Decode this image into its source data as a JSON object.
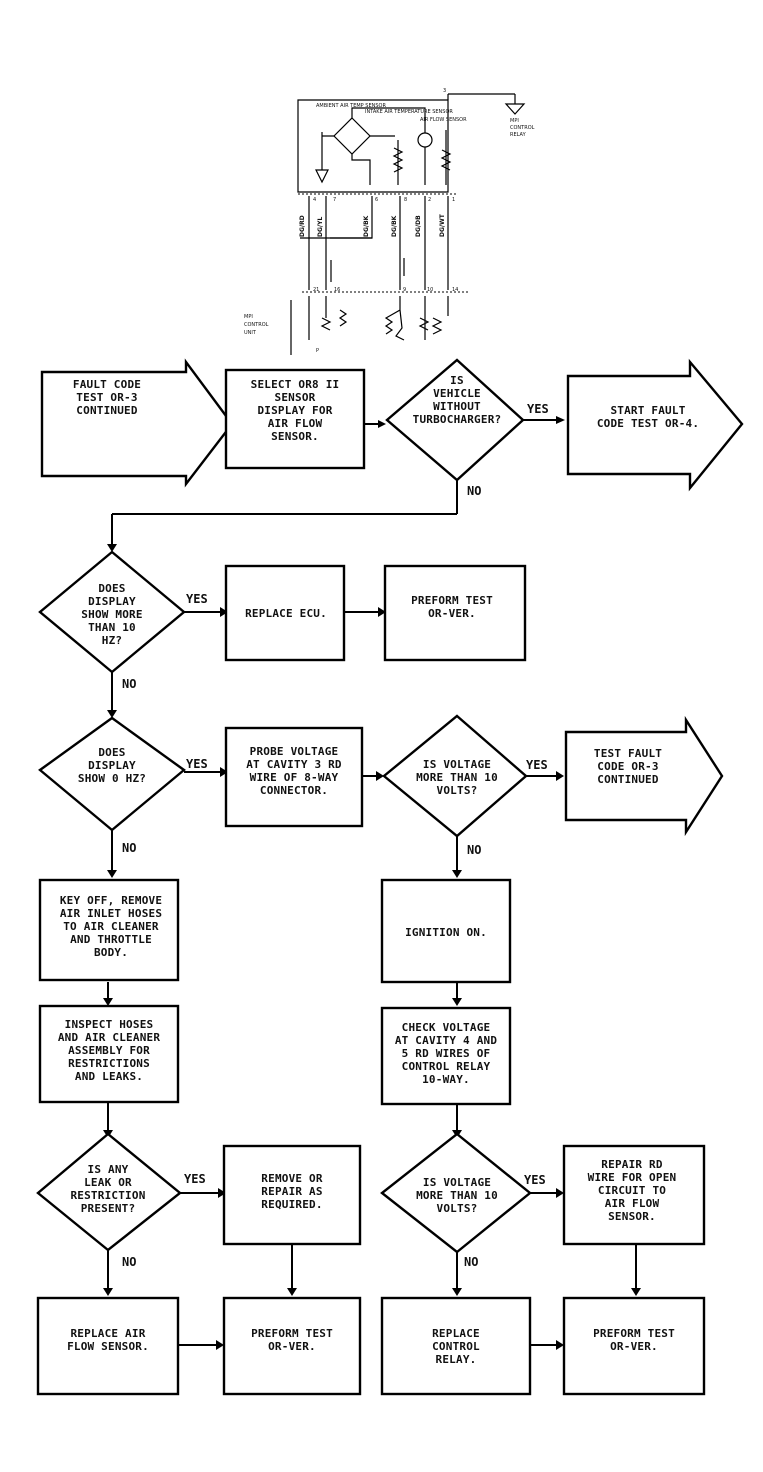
{
  "schematic": {
    "top_labels": [
      "AMBIENT AIR TEMP SENSOR",
      "INTAKE AIR TEMPERATURE SENSOR",
      "AIR FLOW SENSOR"
    ],
    "relay_label": [
      "MPI",
      "CONTROL",
      "RELAY"
    ],
    "unit_label": [
      "MPI",
      "CONTROL",
      "UNIT"
    ],
    "pin_top": [
      "4",
      "7",
      "6",
      "8",
      "2",
      "1"
    ],
    "pin_relay": "3",
    "pin_bottom": [
      "21",
      "16",
      "9",
      "10",
      "14"
    ],
    "wire_colors": [
      "DG/RD",
      "DG/YL",
      "DG/BK",
      "DG/BK",
      "DG/DB",
      "DG/WT"
    ],
    "ground_pin": "P"
  },
  "nodes": {
    "n1": [
      "FAULT CODE",
      "TEST OR-3",
      "CONTINUED"
    ],
    "n2": [
      "SELECT OR8 II",
      "SENSOR",
      "DISPLAY FOR",
      "AIR FLOW",
      "SENSOR."
    ],
    "n3": [
      "IS",
      "VEHICLE",
      "WITHOUT",
      "TURBOCHARGER?"
    ],
    "n4": [
      "START FAULT",
      "CODE TEST OR-4."
    ],
    "n5": [
      "DOES",
      "DISPLAY",
      "SHOW MORE",
      "THAN 10",
      "HZ?"
    ],
    "n6": [
      "REPLACE ECU."
    ],
    "n7": [
      "PREFORM TEST",
      "OR-VER."
    ],
    "n8": [
      "DOES",
      "DISPLAY",
      "SHOW 0 HZ?"
    ],
    "n9": [
      "PROBE VOLTAGE",
      "AT CAVITY 3 RD",
      "WIRE OF 8-WAY",
      "CONNECTOR."
    ],
    "n10": [
      "IS VOLTAGE",
      "MORE THAN 10",
      "VOLTS?"
    ],
    "n11": [
      "TEST FAULT",
      "CODE OR-3",
      "CONTINUED"
    ],
    "n12": [
      "KEY OFF, REMOVE",
      "AIR INLET HOSES",
      "TO AIR CLEANER",
      "AND THROTTLE",
      "BODY."
    ],
    "n13": [
      "IGNITION ON."
    ],
    "n14": [
      "INSPECT HOSES",
      "AND AIR CLEANER",
      "ASSEMBLY FOR",
      "RESTRICTIONS",
      "AND LEAKS."
    ],
    "n15": [
      "CHECK VOLTAGE",
      "AT CAVITY 4 AND",
      "5 RD WIRES OF",
      "CONTROL RELAY",
      "10-WAY."
    ],
    "n16": [
      "IS ANY",
      "LEAK OR",
      "RESTRICTION",
      "PRESENT?"
    ],
    "n17": [
      "REMOVE OR",
      "REPAIR AS",
      "REQUIRED."
    ],
    "n18": [
      "IS VOLTAGE",
      "MORE THAN 10",
      "VOLTS?"
    ],
    "n19": [
      "REPAIR RD",
      "WIRE FOR OPEN",
      "CIRCUIT TO",
      "AIR FLOW",
      "SENSOR."
    ],
    "n20": [
      "REPLACE AIR",
      "FLOW SENSOR."
    ],
    "n21": [
      "PREFORM TEST",
      "OR-VER."
    ],
    "n22": [
      "REPLACE",
      "CONTROL",
      "RELAY."
    ],
    "n23": [
      "PREFORM TEST",
      "OR-VER."
    ]
  },
  "labels": {
    "yes": "YES",
    "no": "NO"
  }
}
